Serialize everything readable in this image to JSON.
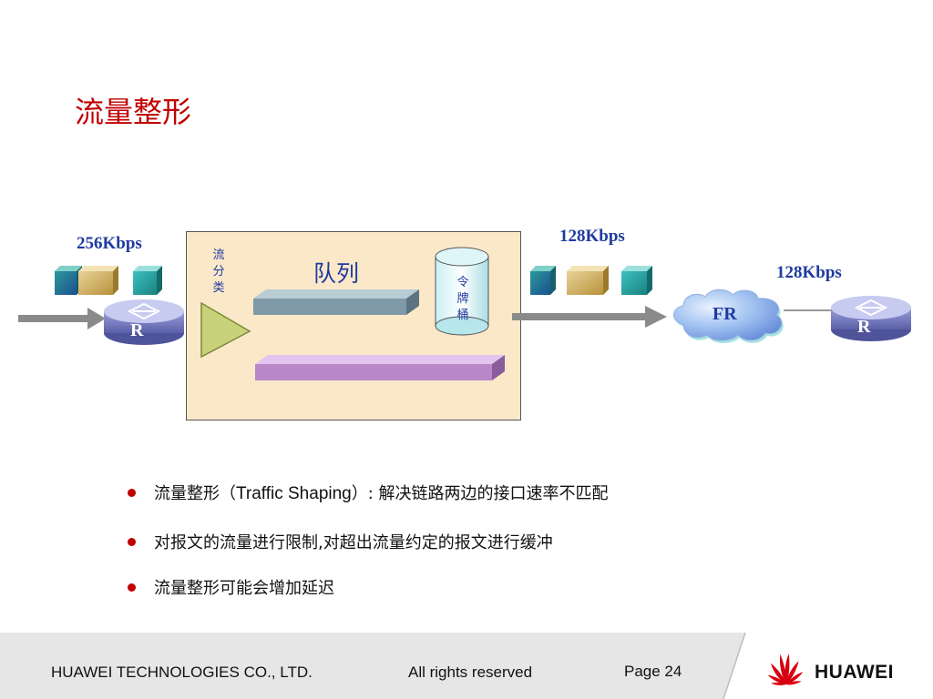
{
  "slide": {
    "title": "流量整形",
    "diagram": {
      "rate_in": "256Kbps",
      "rate_out": "128Kbps",
      "rate_fr": "128Kbps",
      "classifier_chars": [
        "流",
        "分",
        "类"
      ],
      "queue_label": "队列",
      "bucket_chars": [
        "令",
        "牌",
        "桶"
      ],
      "cloud_label": "FR",
      "router_label": "R"
    },
    "bullets": [
      {
        "pre": "流量整形（",
        "latin": "Traffic Shaping",
        "post": "）: 解决链路两边的接口速率不匹配"
      },
      {
        "pre": "对报文的流量进行限制,对超出流量约定的报文进行缓冲",
        "latin": "",
        "post": ""
      },
      {
        "pre": "流量整形可能会增加延迟",
        "latin": "",
        "post": ""
      }
    ],
    "bullet_color": "#c00000",
    "title_color": "#c00000"
  },
  "footer": {
    "company": "HUAWEI TECHNOLOGIES CO., LTD.",
    "rights": "All rights reserved",
    "page": "Page 24",
    "brand": "HUAWEI"
  }
}
